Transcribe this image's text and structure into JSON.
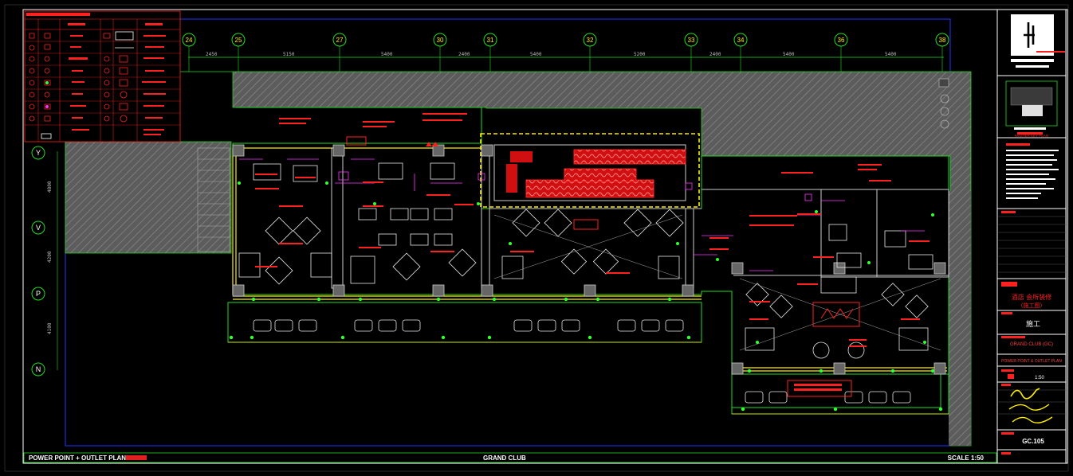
{
  "grid": {
    "columns": [
      "24",
      "25",
      "27",
      "30",
      "31",
      "32",
      "33",
      "34",
      "36",
      "38"
    ],
    "rows": [
      "Y",
      "V",
      "P",
      "N"
    ]
  },
  "footer": {
    "plan_title": "POWER POINT + OUTLET PLAN",
    "project": "GRAND CLUB",
    "scale": "SCALE 1:50"
  },
  "title_block": {
    "cn_title": "酒店 会所装修",
    "cn_subtitle": "(施工图)",
    "stage": "施工",
    "venue": "GRAND CLUB (GC)",
    "drawing_title": "POWER POINT & OUTLET PLAN",
    "scale_value": "1:50",
    "drawing_no": "GC.105",
    "key_plan_label": "MASTER KEY PLAN"
  },
  "colors": {
    "wall_outline": "#22dd22",
    "hatch": "#777777",
    "annotation": "#ff2020",
    "furniture": "#e8e8e8",
    "glazing": "#ffee00",
    "magenta": "#ff33ff",
    "grid_line": "#2233ff"
  }
}
